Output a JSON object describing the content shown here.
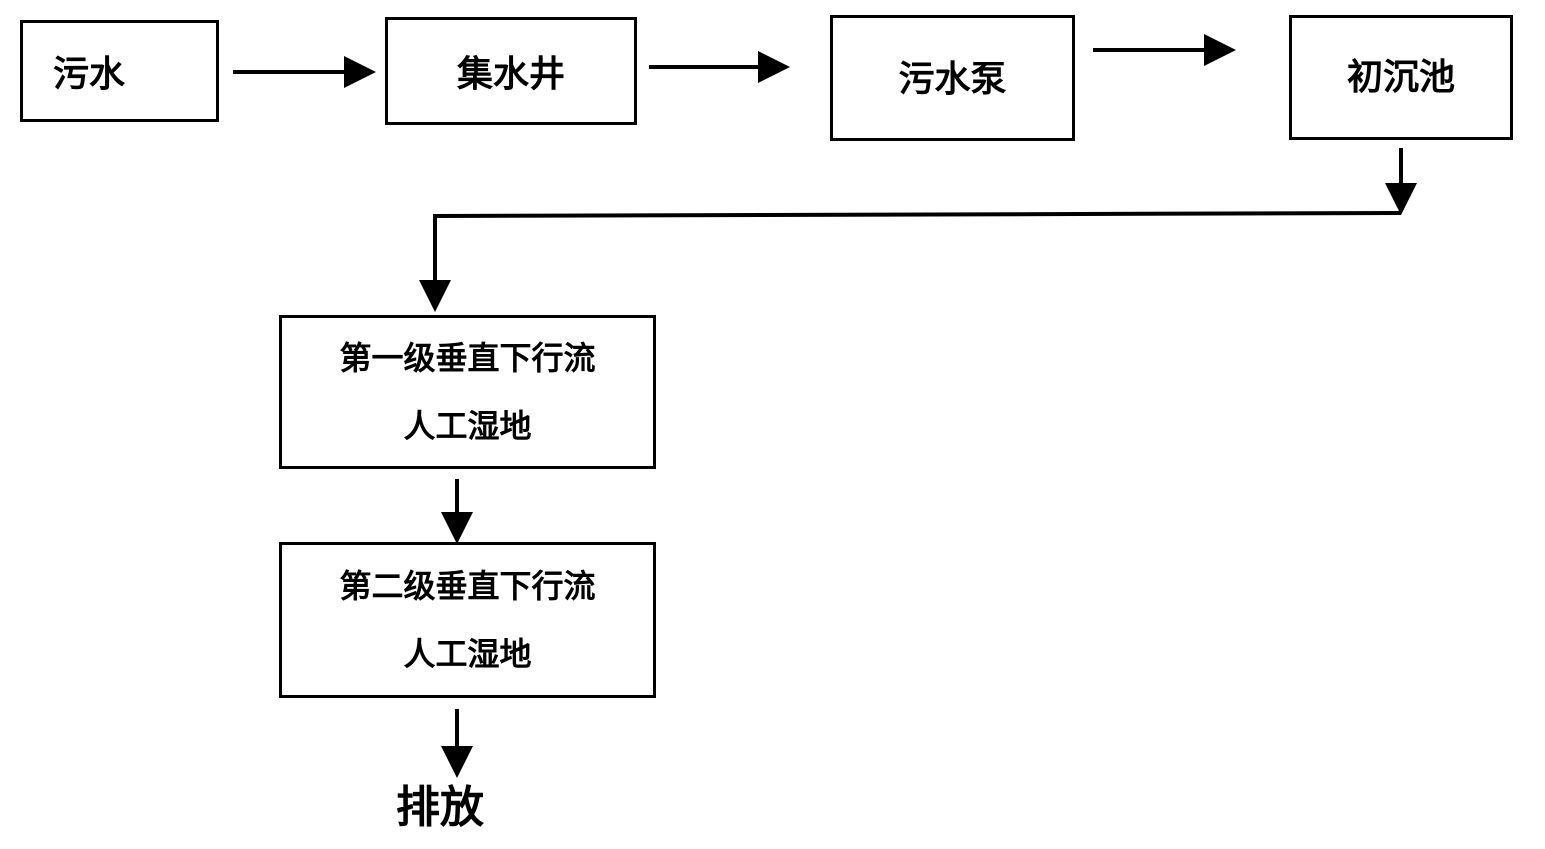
{
  "nodes": {
    "sewage": "污水",
    "collection_well": "集水井",
    "sewage_pump": "污水泵",
    "primary_sedimentation_tank": "初沉池",
    "wetland_stage_1": {
      "line1": "第一级垂直下行流",
      "line2": "人工湿地"
    },
    "wetland_stage_2": {
      "line1": "第二级垂直下行流",
      "line2": "人工湿地"
    },
    "discharge": "排放"
  }
}
